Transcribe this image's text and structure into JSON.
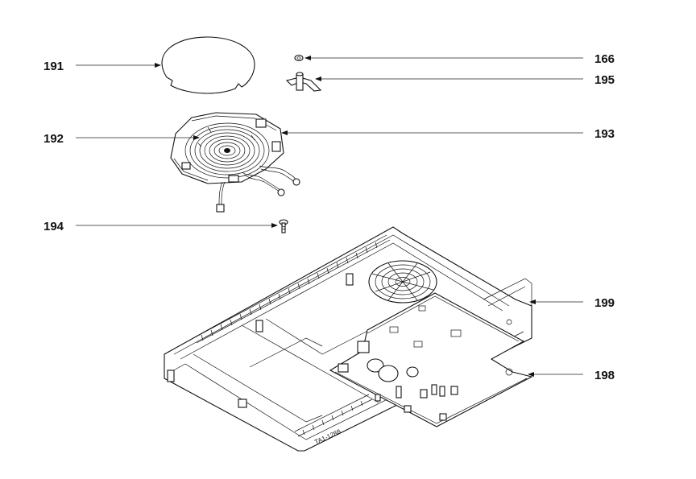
{
  "labels": {
    "p191": "191",
    "p192": "192",
    "p193": "193",
    "p194": "194",
    "p166": "166",
    "p195": "195",
    "p199": "199",
    "p198": "198"
  },
  "drawing_code": "TA1-1288"
}
